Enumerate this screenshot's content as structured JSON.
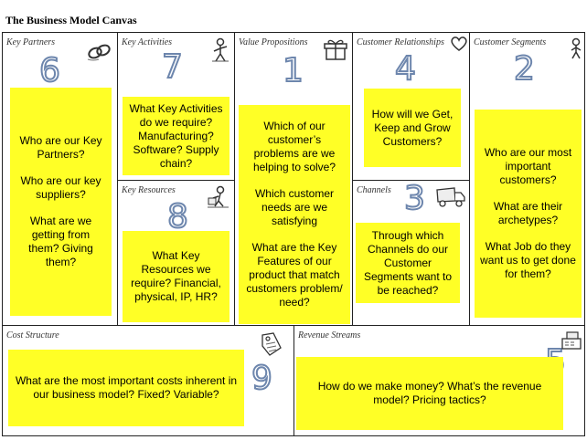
{
  "title": "The Business Model Canvas",
  "blocks": {
    "key_partners": {
      "label": "Key Partners",
      "number": "6",
      "lines": [
        "Who are our Key Partners?",
        "Who are our key suppliers?",
        "What are we getting from them? Giving them?"
      ]
    },
    "key_activities": {
      "label": "Key Activities",
      "number": "7",
      "lines": [
        "What Key Activities do we require? Manufacturing? Software? Supply chain?"
      ]
    },
    "key_resources": {
      "label": "Key Resources",
      "number": "8",
      "lines": [
        "What Key Resources we require? Financial, physical, IP, HR?"
      ]
    },
    "value_propositions": {
      "label": "Value Propositions",
      "number": "1",
      "lines": [
        "Which of our customer’s problems are we helping to solve?",
        "Which customer needs are we satisfying",
        "What are the Key Features of our product that match customers problem/ need?"
      ]
    },
    "customer_relationships": {
      "label": "Customer Relationships",
      "number": "4",
      "lines": [
        "How will we Get, Keep and Grow Customers?"
      ]
    },
    "channels": {
      "label": "Channels",
      "number": "3",
      "lines": [
        "Through which Channels do our Customer Segments want to be reached?"
      ]
    },
    "customer_segments": {
      "label": "Customer Segments",
      "number": "2",
      "lines": [
        "Who are our most important customers?",
        "What are their archetypes?",
        "What Job do they want us to get done for them?"
      ]
    },
    "cost_structure": {
      "label": "Cost Structure",
      "number": "9",
      "lines": [
        "What are the most important costs inherent in our business model?  Fixed? Variable?"
      ]
    },
    "revenue_streams": {
      "label": "Revenue Streams",
      "number": "5",
      "lines": [
        "How do we make money? What’s the revenue model? Pricing tactics?"
      ]
    }
  },
  "icons": {
    "key_partners": "chain-link-icon",
    "key_activities": "worker-icon",
    "key_resources": "forklift-worker-icon",
    "value_propositions": "gift-box-icon",
    "customer_relationships": "heart-icon",
    "channels": "delivery-truck-icon",
    "customer_segments": "person-icon",
    "cost_structure": "price-tag-icon",
    "revenue_streams": "cash-register-icon"
  },
  "colors": {
    "note": "#ffff26",
    "number_outline": "#6d86ad"
  }
}
